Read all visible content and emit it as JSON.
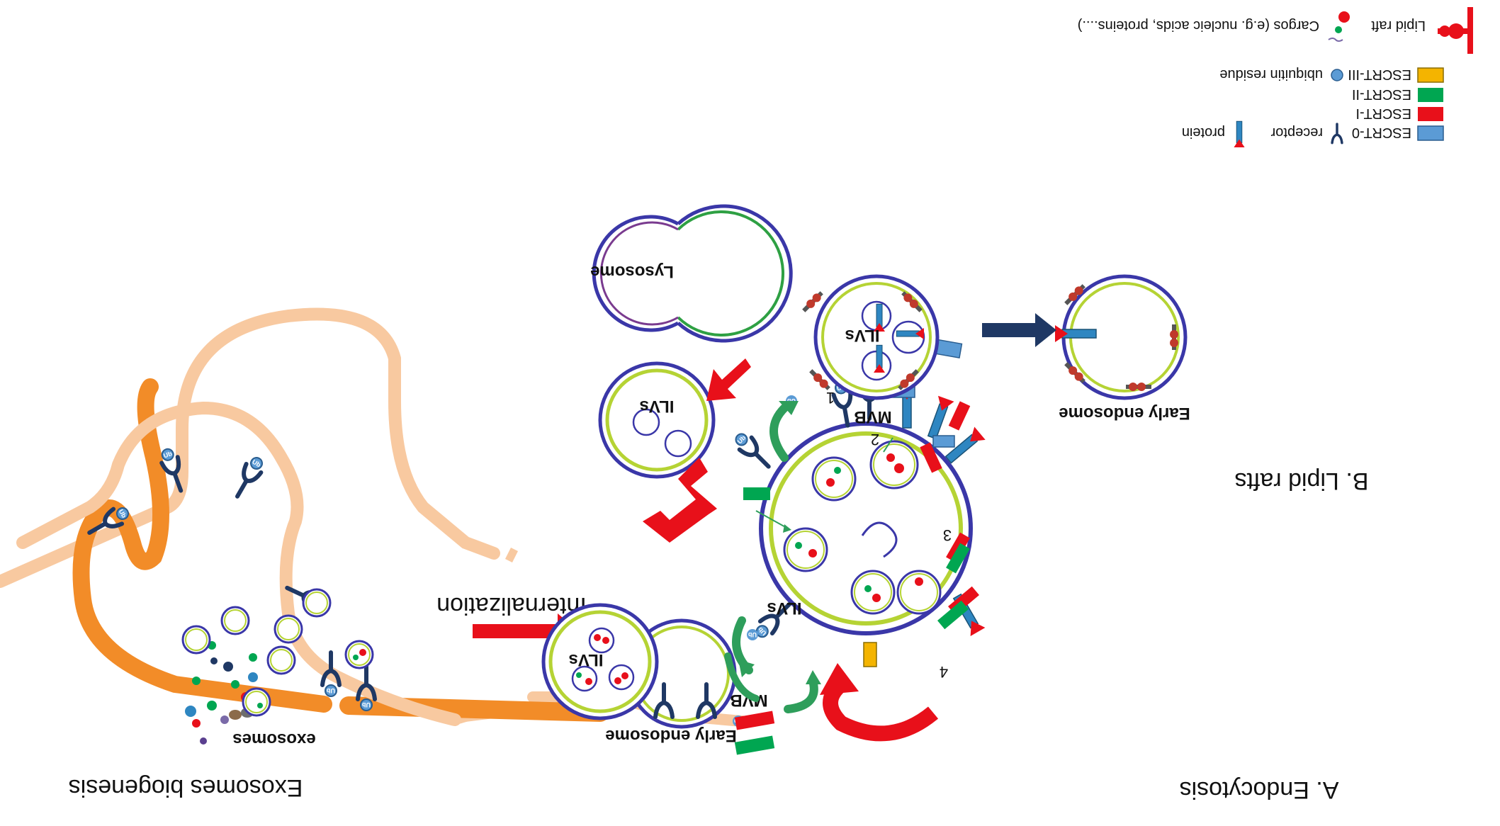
{
  "labels": {
    "title_exosomes": "Exosomes biogenesis",
    "title_endocytosis": "A. Endocytosis",
    "title_lipid_rafts": "B. Lipid rafts",
    "exosomes": "exosomes",
    "internalization": "Internalization",
    "early_endosome_a": "Early endosome",
    "early_endosome_b": "Early endosome",
    "mvb_main": "MVB",
    "mvb_b": "MVB",
    "ilvs_main": "ILVs",
    "ilvs_left": "ILVs",
    "ilvs_top": "ILVs",
    "ilvs_b": "ILVs",
    "lysosome": "Lysosome",
    "step1": "1",
    "step2": "2",
    "step3": "3",
    "step4": "4",
    "ub": "Ub"
  },
  "legend": [
    {
      "key": "escrt0",
      "label": "ESCRT-0",
      "color": "#5b9bd5"
    },
    {
      "key": "escrt1",
      "label": "ESCRT-I",
      "color": "#e8101a"
    },
    {
      "key": "escrt2",
      "label": "ESCRT-II",
      "color": "#00a651"
    },
    {
      "key": "escrt3",
      "label": "ESCRT-III",
      "color": "#f4b400"
    },
    {
      "key": "receptor",
      "label": "receptor",
      "color": "#1f3864"
    },
    {
      "key": "protein",
      "label": "protein",
      "color": "#2e86c1"
    },
    {
      "key": "ubiquitin",
      "label": "ubiquitin residue",
      "color": "#5b9bd5"
    },
    {
      "key": "lipid_raft",
      "label": "Lipid raft",
      "color": "#e8101a"
    },
    {
      "key": "cargos",
      "label": "Cargos (e.g. nucleic acids, proteins....)",
      "color": "#00a651"
    }
  ],
  "colors": {
    "membrane": "#f28c28",
    "mvb_outer": "#3a37a8",
    "mvb_inner": "#b5d334",
    "lysosome_green": "#2ea043",
    "lysosome_purple": "#7a3b8f",
    "arrow_red": "#e8101a",
    "arrow_green": "#2e9e5b",
    "arrow_navy": "#1f3864"
  }
}
